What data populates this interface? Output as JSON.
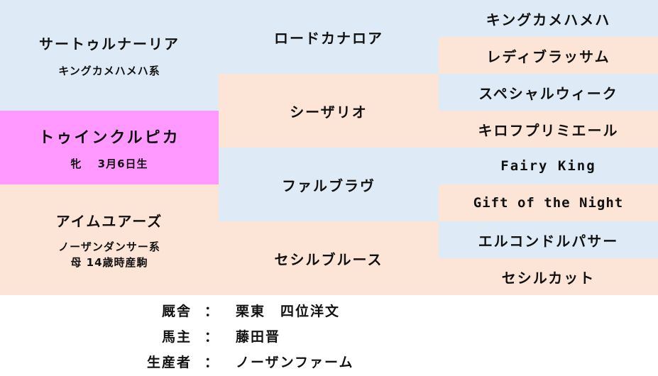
{
  "horse": {
    "name": "トゥインクルピカ",
    "info": "牝　 3月6日生"
  },
  "sire": {
    "name": "サートゥルナーリア",
    "line": "キングカメハメハ系"
  },
  "dam": {
    "name": "アイムユアーズ",
    "line": "ノーザンダンサー系",
    "note": "母 14歳時産駒"
  },
  "gen2": [
    "ロードカナロア",
    "シーザリオ",
    "ファルブラヴ",
    "セシルブルース"
  ],
  "gen3": [
    "キングカメハメハ",
    "レディブラッサム",
    "スペシャルウィーク",
    "キロフプリミエール",
    "Fairy King",
    "Gift of the Night",
    "エルコンドルパサー",
    "セシルカット"
  ],
  "details": [
    {
      "label": "厩舎",
      "value": "栗東　四位洋文"
    },
    {
      "label": "馬主",
      "value": "藤田晋"
    },
    {
      "label": "生産者",
      "value": "ノーザンファーム"
    }
  ],
  "colon": "：",
  "colors": {
    "blue": "#deebf7",
    "peach": "#fce4d6",
    "pink": "#ff99ff"
  }
}
